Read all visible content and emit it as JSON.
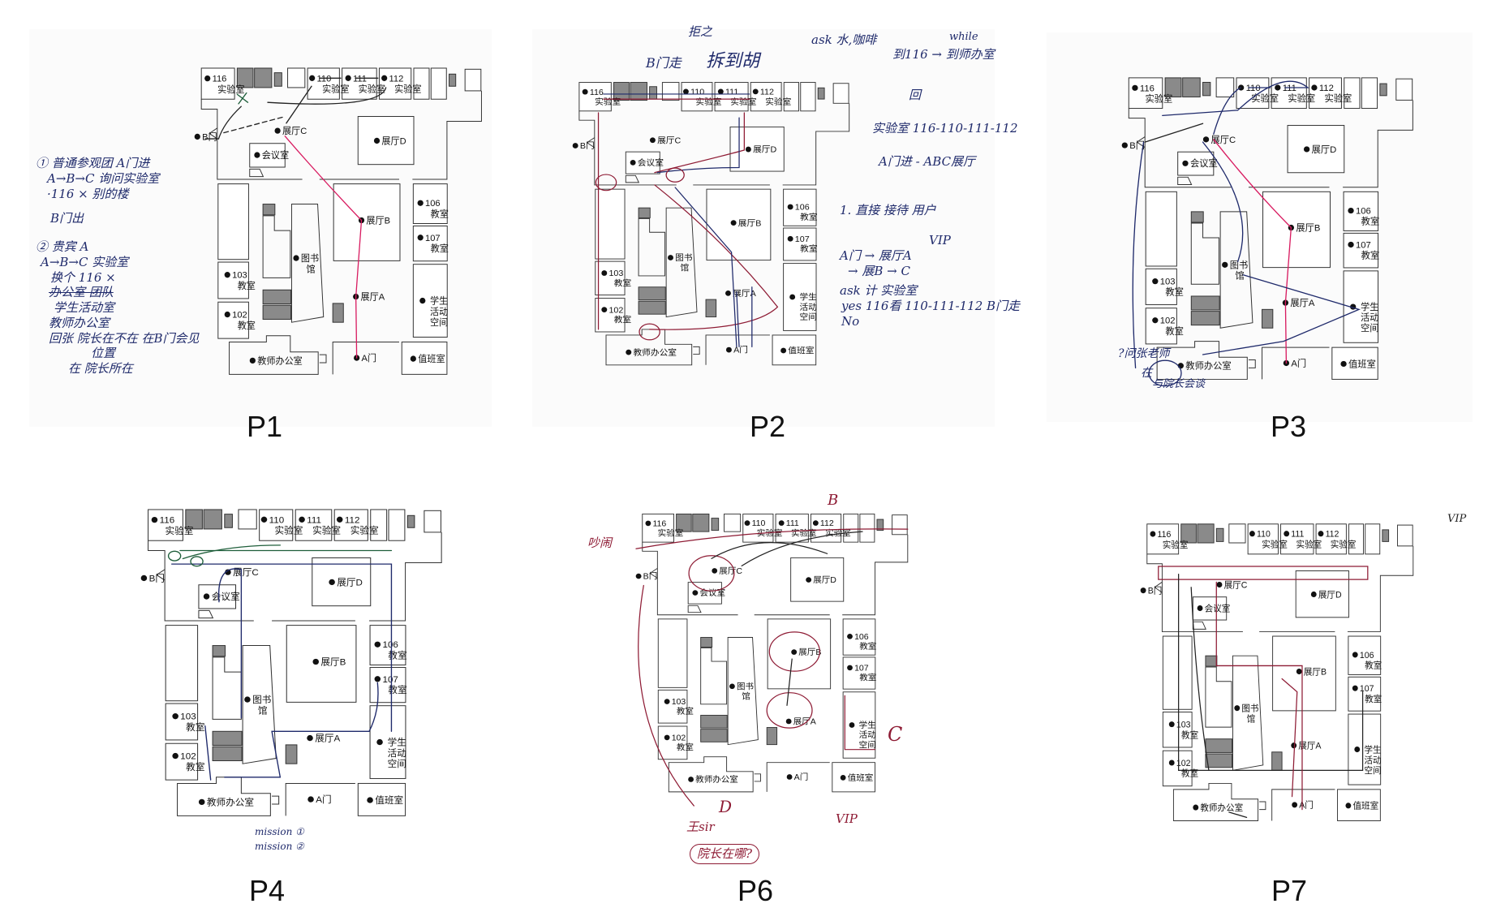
{
  "figure": {
    "panels": [
      {
        "id": "P1",
        "label": "P1"
      },
      {
        "id": "P2",
        "label": "P2"
      },
      {
        "id": "P3",
        "label": "P3"
      },
      {
        "id": "P4",
        "label": "P4"
      },
      {
        "id": "P6",
        "label": "P6"
      },
      {
        "id": "P7",
        "label": "P7"
      }
    ]
  },
  "map_labels": {
    "lab116": [
      "116",
      "实验室"
    ],
    "lab110": [
      "110",
      "实验室"
    ],
    "lab111": [
      "111",
      "实验室"
    ],
    "lab112": [
      "112",
      "实验室"
    ],
    "hallC": "展厅C",
    "hallD": "展厅D",
    "meeting": "会议室",
    "doorB": "B门",
    "hallB": "展厅B",
    "room106": [
      "106",
      "教室"
    ],
    "room107": [
      "107",
      "教室"
    ],
    "library": [
      "图书",
      "馆"
    ],
    "room103": [
      "103",
      "教室"
    ],
    "room102": [
      "102",
      "教室"
    ],
    "hallA": "展厅A",
    "student": [
      "学生",
      "活动",
      "空间"
    ],
    "teacher": "教师办公室",
    "doorA": "A门",
    "duty": "值班室"
  },
  "notes": {
    "p1": [
      "① 普通参观团  A门进",
      "A→B→C  询问实验室",
      "·116 ×   别的楼",
      "B门出",
      "② 贵宾  A",
      "A→B→C  实验室",
      "换个  116 ×",
      "办公室  团队",
      "学生活动室",
      "教师办公室",
      "回张  院长在不在  在B门会见",
      "位置",
      "在  院长所在"
    ],
    "p2_top": [
      "B门走",
      "拒之",
      "拆到胡",
      "ask 水,咖啡",
      "while",
      "到116 → 到师办室"
    ],
    "p2_side": [
      "回",
      "实验室  116-110-111-112",
      "A门进 - ABC展厅",
      "1. 直接  接待  用户",
      "VIP",
      "A门 → 展厅A",
      "→ 展B → C",
      "ask 计 实验室",
      "yes 116看 110-111-112 B门走",
      "No"
    ],
    "p3": [
      "?问张老师",
      "在",
      "与院长会谈"
    ],
    "p4": [
      "mission ①",
      "mission ②"
    ],
    "p6": [
      "吵闹",
      "B",
      "C",
      "D",
      "王sir",
      "院长在哪?",
      "VIP"
    ],
    "p7": [
      "VIP"
    ]
  },
  "colors": {
    "wall": "#333333",
    "gray_room": "#8a8a8a",
    "red": "#d81b60",
    "maroon": "#8e1b34",
    "navy": "#1f2a6b",
    "black": "#222222",
    "green": "#1e5e3a"
  }
}
